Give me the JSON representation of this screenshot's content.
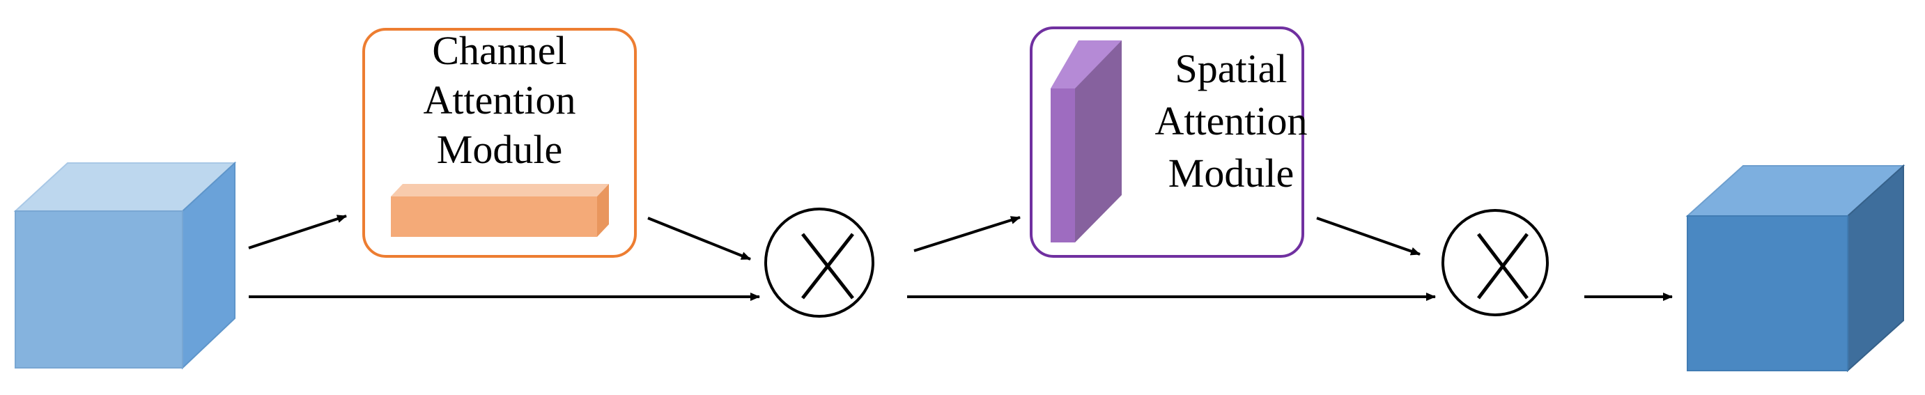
{
  "modules": {
    "channel": {
      "line1": "Channel",
      "line2": "Attention",
      "line3": "Module"
    },
    "spatial": {
      "line1": "Spatial",
      "line2": "Attention",
      "line3": "Module"
    }
  },
  "colors": {
    "channel_border": "#ED7D31",
    "spatial_border": "#7030A0",
    "input_cube_front": "#85B3DE",
    "input_cube_top": "#BDD7EE",
    "input_cube_side": "#6AA2D9",
    "output_cube_front": "#4A88C2",
    "output_cube_top": "#7DAFDF",
    "output_cube_side": "#3E6E9C",
    "channel_bar_front": "#F4AA78",
    "channel_bar_top": "#F8CBAD",
    "spatial_slab_front": "#9E6CC0",
    "spatial_slab_top": "#B58AD6",
    "spatial_slab_side": "#86619E"
  },
  "symbols": {
    "multiply_1": "multiply-operator",
    "multiply_2": "multiply-operator"
  }
}
